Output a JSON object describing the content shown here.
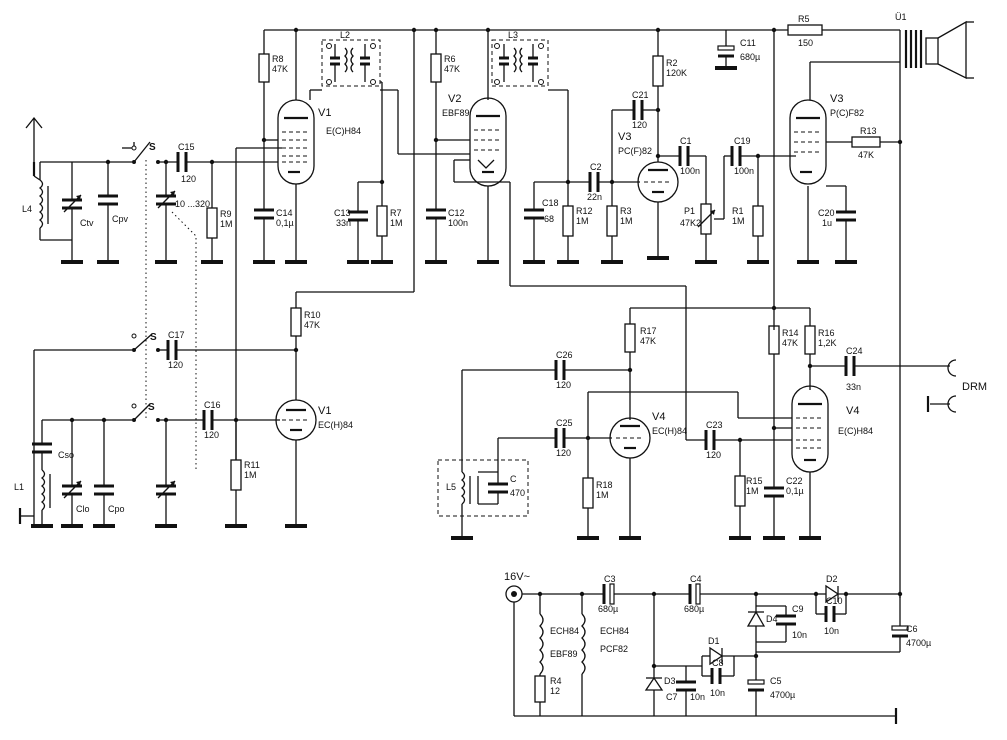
{
  "supply": {
    "label": "16V~"
  },
  "output": {
    "label": "DRM",
    "speaker_label": "Ü1"
  },
  "tubes": {
    "v1_top": {
      "name": "V1",
      "type": "E(C)H84"
    },
    "v1_bot": {
      "name": "V1",
      "type": "EC(H)84"
    },
    "v2": {
      "name": "V2",
      "type": "EBF89"
    },
    "v3_pc": {
      "name": "V3",
      "type": "PC(F)82"
    },
    "v3_pf": {
      "name": "V3",
      "type": "P(C)F82"
    },
    "v4_a": {
      "name": "V4",
      "type": "EC(H)84"
    },
    "v4_b": {
      "name": "V4",
      "type": "E(C)H84"
    }
  },
  "coils": {
    "L1": "L1",
    "L2": "L2",
    "L3": "L3",
    "L4": "L4",
    "L5": "L5"
  },
  "switch_label": "S",
  "components": {
    "R1": [
      "R1",
      "1M"
    ],
    "R2": [
      "R2",
      "120K"
    ],
    "R3": [
      "R3",
      "1M"
    ],
    "R4": [
      "R4",
      "12"
    ],
    "R5": [
      "R5",
      "150"
    ],
    "R6": [
      "R6",
      "47K"
    ],
    "R7": [
      "R7",
      "1M"
    ],
    "R8": [
      "R8",
      "47K"
    ],
    "R9": [
      "R9",
      "1M"
    ],
    "R10": [
      "R10",
      "47K"
    ],
    "R11": [
      "R11",
      "1M"
    ],
    "R12": [
      "R12",
      "1M"
    ],
    "R13": [
      "R13",
      "47K"
    ],
    "R14": [
      "R14",
      "47K"
    ],
    "R15": [
      "R15",
      "1M"
    ],
    "R16": [
      "R16",
      "1,2K"
    ],
    "R17": [
      "R17",
      "47K"
    ],
    "R18": [
      "R18",
      "1M"
    ],
    "P1": [
      "P1",
      "47K2"
    ],
    "C1": [
      "C1",
      "100n"
    ],
    "C2": [
      "C2",
      "22n"
    ],
    "C3": [
      "C3",
      "680µ"
    ],
    "C4": [
      "C4",
      "680µ"
    ],
    "C5": [
      "C5",
      "4700µ"
    ],
    "C6": [
      "C6",
      "4700µ"
    ],
    "C7": [
      "C7",
      "10n"
    ],
    "C8": [
      "C8",
      "10n"
    ],
    "C9": [
      "C9",
      "10n"
    ],
    "C10": [
      "C10",
      "10n"
    ],
    "C11": [
      "C11",
      "680µ"
    ],
    "C12": [
      "C12",
      "100n"
    ],
    "C13": [
      "C13",
      "33n"
    ],
    "C14": [
      "C14",
      "0,1µ"
    ],
    "C15": [
      "C15",
      "120"
    ],
    "C16": [
      "C16",
      "120"
    ],
    "C17": [
      "C17",
      "120"
    ],
    "C18": [
      "C18",
      "68"
    ],
    "C19": [
      "C19",
      "100n"
    ],
    "C20": [
      "C20",
      "1u"
    ],
    "C21": [
      "C21",
      "120"
    ],
    "C22": [
      "C22",
      "0,1µ"
    ],
    "C23": [
      "C23",
      "120"
    ],
    "C24": [
      "C24",
      "33n"
    ],
    "C25": [
      "C25",
      "120"
    ],
    "C26": [
      "C26",
      "120"
    ],
    "C": [
      "C",
      "470"
    ],
    "Ctv": "Ctv",
    "Cpv": "Cpv",
    "Cso": "Cso",
    "Clo": "Clo",
    "Cpo": "Cpo",
    "varcap": "10 ...320"
  },
  "diodes": {
    "D1": "D1",
    "D2": "D2",
    "D3": "D3",
    "D4": "D4"
  },
  "heaters": {
    "left": [
      "ECH84",
      "EBF89"
    ],
    "right": [
      "ECH84",
      "PCF82"
    ]
  }
}
